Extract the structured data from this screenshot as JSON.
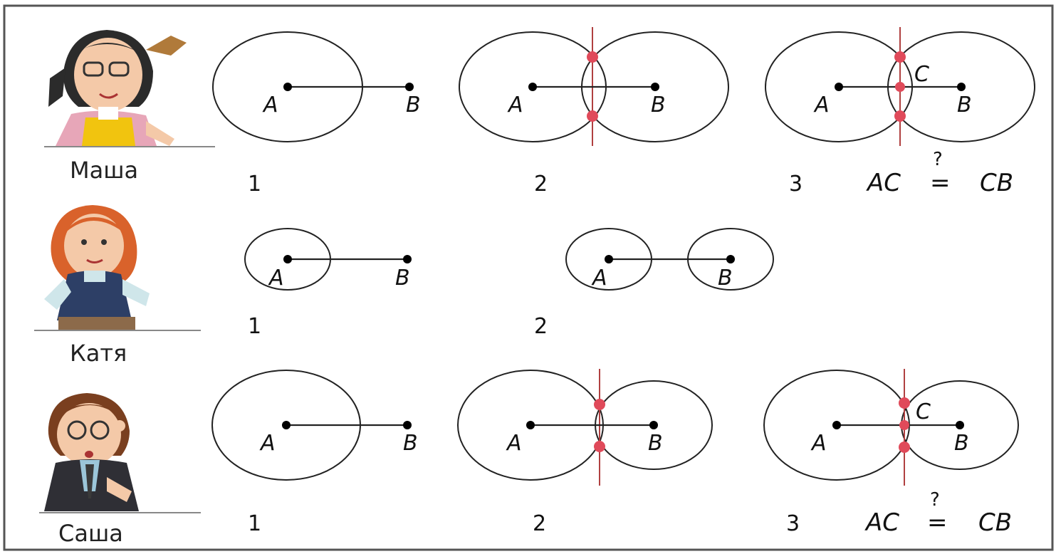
{
  "rows": [
    {
      "name": "Маша",
      "steps": [
        {
          "number": "1",
          "point_a": "A",
          "point_b": "B"
        },
        {
          "number": "2",
          "point_a": "A",
          "point_b": "B"
        },
        {
          "number": "3",
          "point_a": "A",
          "point_b": "B",
          "point_c": "C"
        }
      ],
      "equation": {
        "left": "AC",
        "sign": "=",
        "mark": "?",
        "right": "CB"
      }
    },
    {
      "name": "Катя",
      "steps": [
        {
          "number": "1",
          "point_a": "A",
          "point_b": "B"
        },
        {
          "number": "2",
          "point_a": "A",
          "point_b": "B"
        }
      ]
    },
    {
      "name": "Саша",
      "steps": [
        {
          "number": "1",
          "point_a": "A",
          "point_b": "B"
        },
        {
          "number": "2",
          "point_a": "A",
          "point_b": "B"
        },
        {
          "number": "3",
          "point_a": "A",
          "point_b": "B",
          "point_c": "C"
        }
      ],
      "equation": {
        "left": "AC",
        "sign": "=",
        "mark": "?",
        "right": "CB"
      }
    }
  ],
  "colors": {
    "construction_points": "#e04a5a",
    "lines": "#222222"
  }
}
